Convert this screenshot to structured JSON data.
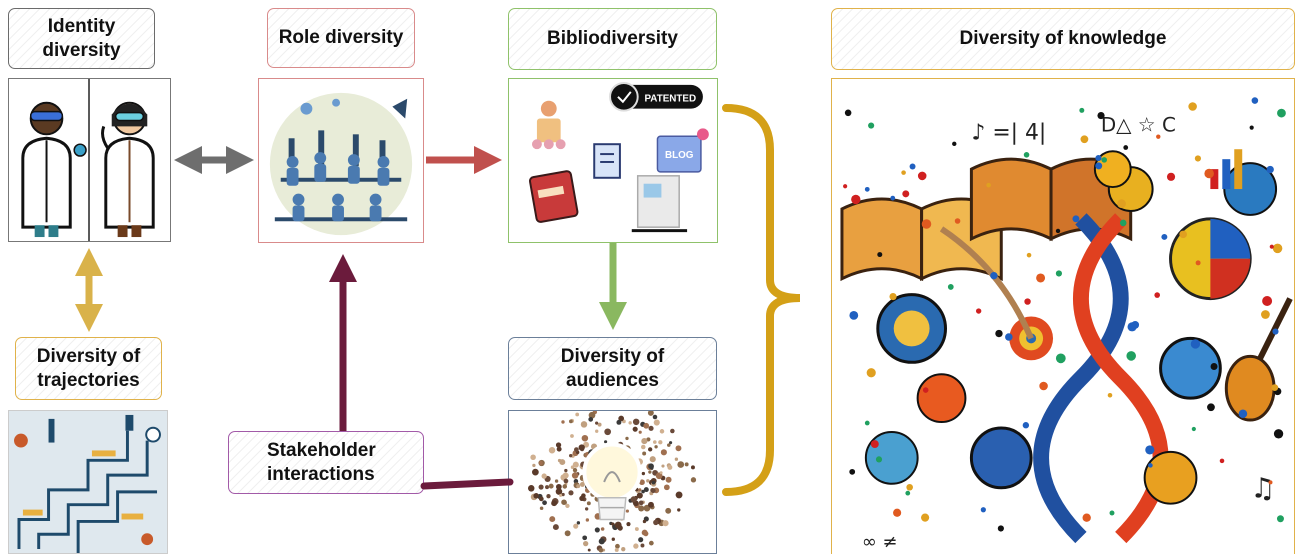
{
  "labels": {
    "identity": "Identity diversity",
    "role": "Role diversity",
    "biblio": "Bibliodiversity",
    "knowledge": "Diversity of knowledge",
    "trajectories": "Diversity of trajectories",
    "audiences": "Diversity of audiences",
    "stakeholder": "Stakeholder interactions"
  },
  "badges": {
    "patented": "PATENTED",
    "blog": "BLOG"
  },
  "colors": {
    "identity_border": "#6b6b6b",
    "role_border": "#d98b8b",
    "biblio_border": "#8fc26a",
    "knowledge_border": "#e0b24a",
    "trajectories_border": "#e0b24a",
    "audiences_border": "#6b7f99",
    "stakeholder_border": "#a25aa8",
    "arrow_gray": "#6e6e6e",
    "arrow_red": "#c0504d",
    "arrow_green": "#8ab860",
    "arrow_gold": "#d9b24a",
    "arrow_maroon": "#6b1b3c",
    "brace_gold": "#d4a017"
  },
  "icons": [
    "scientists-icon",
    "lab-team-icon",
    "publications-icon",
    "lightbulb-crowd-icon",
    "knowledge-collage-icon",
    "maze-icon"
  ]
}
